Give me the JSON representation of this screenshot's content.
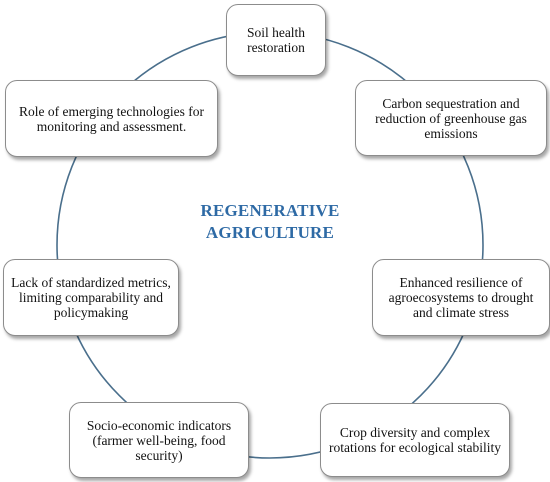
{
  "title": {
    "line1": "REGENERATIVE",
    "line2": "AGRICULTURE"
  },
  "colors": {
    "title": "#2e6aa5",
    "ring": "#4a6f8c",
    "box_border": "#8c8c8c"
  },
  "nodes": [
    {
      "text": "Soil health restoration"
    },
    {
      "text": "Carbon sequestration and reduction of greenhouse gas emissions"
    },
    {
      "text": "Enhanced resilience of agroecosystems to drought and climate stress"
    },
    {
      "text": "Crop diversity and complex rotations for ecological stability"
    },
    {
      "text": "Socio-economic indicators (farmer well-being, food security)"
    },
    {
      "text": "Lack of standardized metrics, limiting comparability and policymaking"
    },
    {
      "text": "Role of emerging technologies for monitoring and assessment."
    }
  ]
}
